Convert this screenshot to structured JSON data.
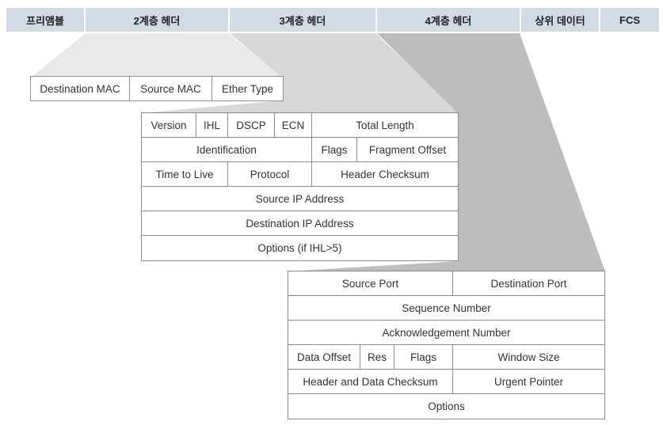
{
  "frame_segments": {
    "preamble": "프리앰블",
    "l2_header": "2계층 헤더",
    "l3_header": "3계층 헤더",
    "l4_header": "4계층 헤더",
    "upper_data": "상위 데이터",
    "fcs": "FCS"
  },
  "ethernet": {
    "dst_mac": "Destination MAC",
    "src_mac": "Source MAC",
    "ether_type": "Ether Type"
  },
  "ip": {
    "version": "Version",
    "ihl": "IHL",
    "dscp": "DSCP",
    "ecn": "ECN",
    "total_length": "Total Length",
    "identification": "Identification",
    "flags": "Flags",
    "fragment_offset": "Fragment Offset",
    "ttl": "Time to Live",
    "protocol": "Protocol",
    "header_checksum": "Header Checksum",
    "src_ip": "Source IP Address",
    "dst_ip": "Destination IP Address",
    "options": "Options (if IHL>5)"
  },
  "tcp": {
    "src_port": "Source Port",
    "dst_port": "Destination Port",
    "seq": "Sequence Number",
    "ack": "Acknowledgement Number",
    "data_offset": "Data Offset",
    "res": "Res",
    "flags": "Flags",
    "window": "Window Size",
    "checksum": "Header and Data Checksum",
    "urgent": "Urgent Pointer",
    "options": "Options"
  }
}
